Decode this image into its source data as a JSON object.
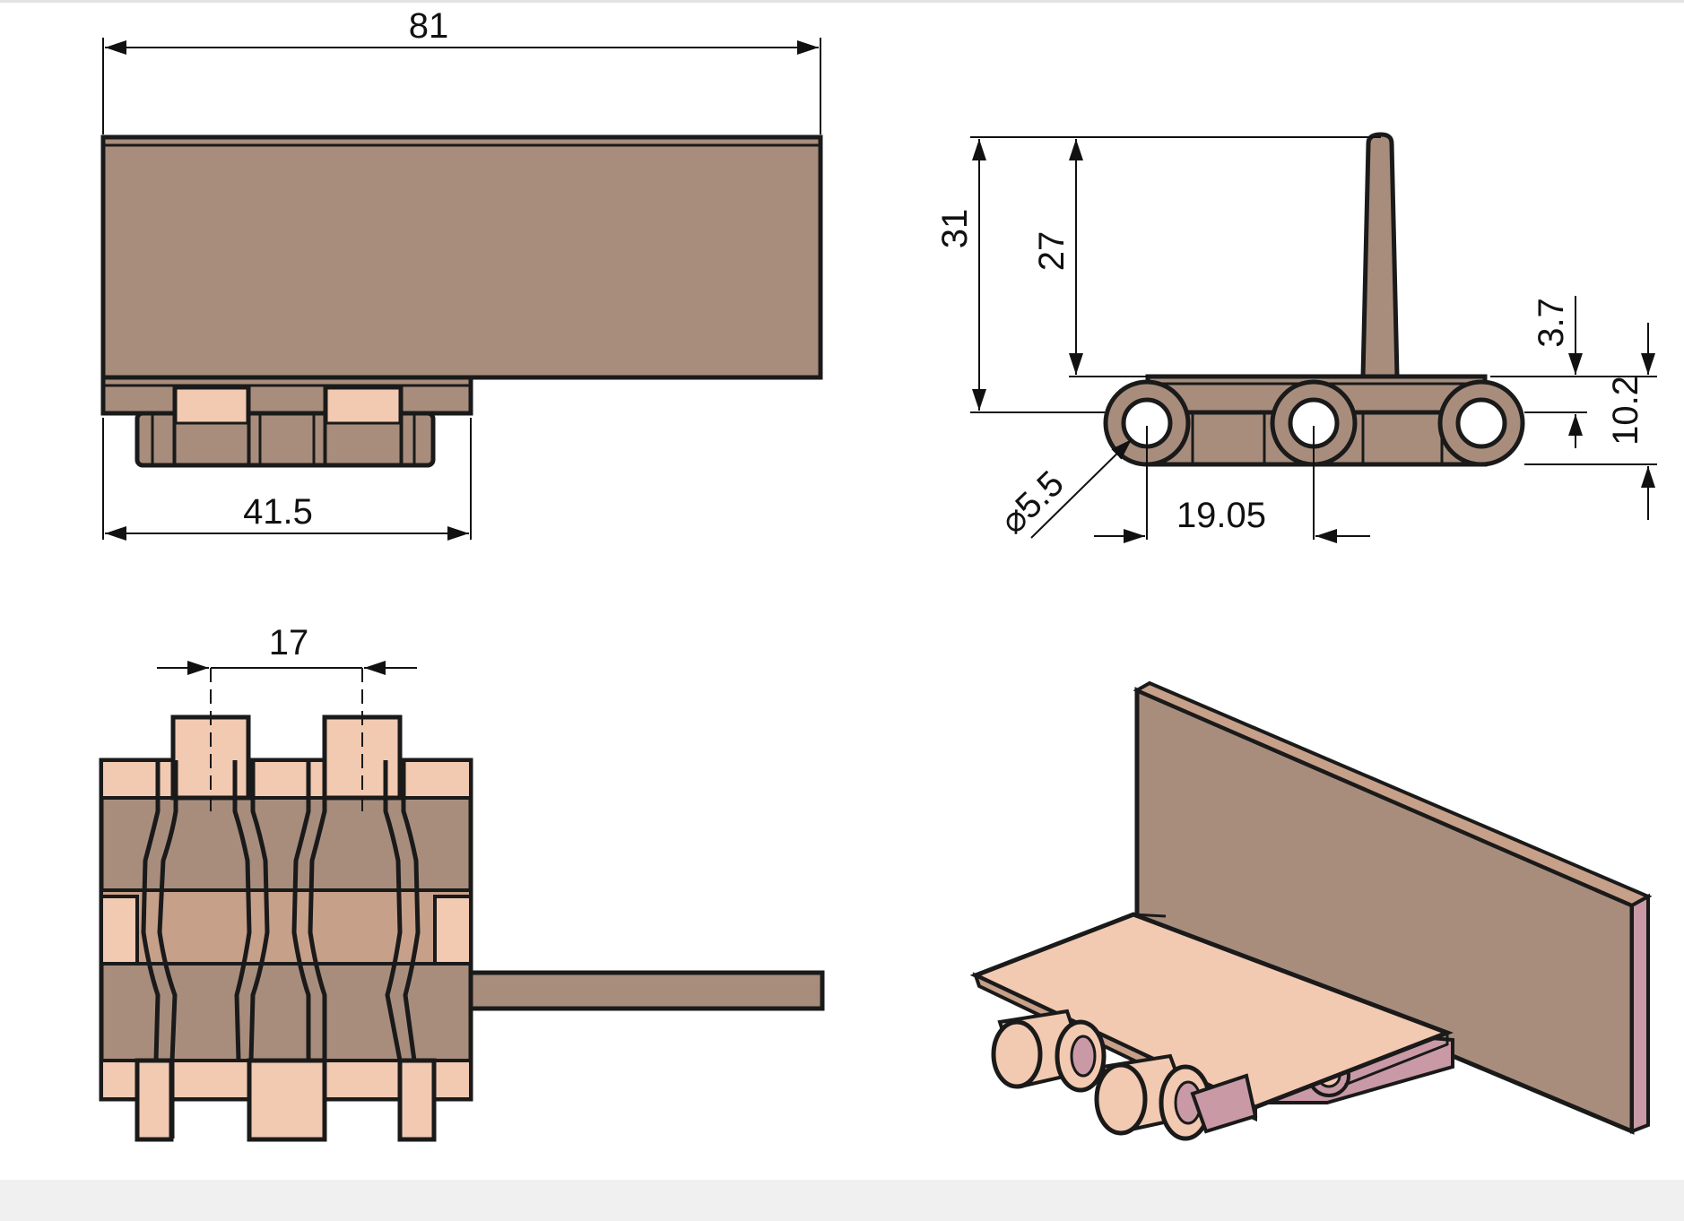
{
  "drawing": {
    "colors": {
      "body": "#a88d7d",
      "body_light": "#f2c9b1",
      "body_mid": "#c7a08a",
      "side_pink": "#c99aa6",
      "outline": "#1a1a1a",
      "dimension_line": "#111111"
    },
    "views": {
      "front": {
        "width_label": "81",
        "base_width_label": "41.5"
      },
      "side": {
        "height_total_label": "31",
        "flight_height_label": "27",
        "offset_label": "3.7",
        "link_height_label": "10.2",
        "hole_diameter_label": "⌀5.5",
        "pitch_label": "19.05"
      },
      "top": {
        "link_spacing_label": "17"
      },
      "iso": {}
    }
  }
}
